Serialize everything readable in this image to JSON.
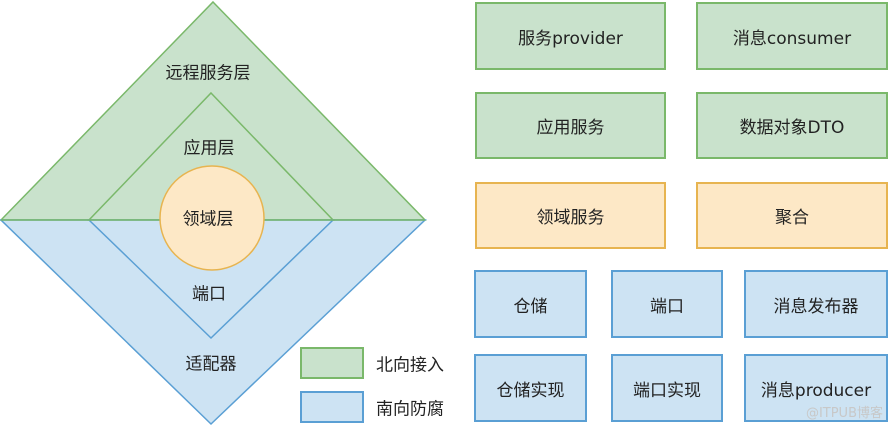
{
  "diagram": {
    "outer_layer_top": "远程服务层",
    "inner_layer_top": "应用层",
    "core": "领域层",
    "inner_layer_bottom": "端口",
    "outer_layer_bottom": "适配器"
  },
  "legend": [
    {
      "label": "北向接入",
      "color": "#c9e2cc"
    },
    {
      "label": "南向防腐",
      "color": "#cde3f3"
    }
  ],
  "boxes": {
    "row1": [
      "服务provider",
      "消息consumer"
    ],
    "row2": [
      "应用服务",
      "数据对象DTO"
    ],
    "row3": [
      "领域服务",
      "聚合"
    ],
    "row4": [
      "仓储",
      "端口",
      "消息发布器"
    ],
    "row5": [
      "仓储实现",
      "端口实现",
      "消息producer"
    ]
  },
  "watermark": "@ITPUB博客",
  "colors": {
    "green": "#c9e2cc",
    "orange": "#fde8c6",
    "blue": "#cde3f3"
  }
}
